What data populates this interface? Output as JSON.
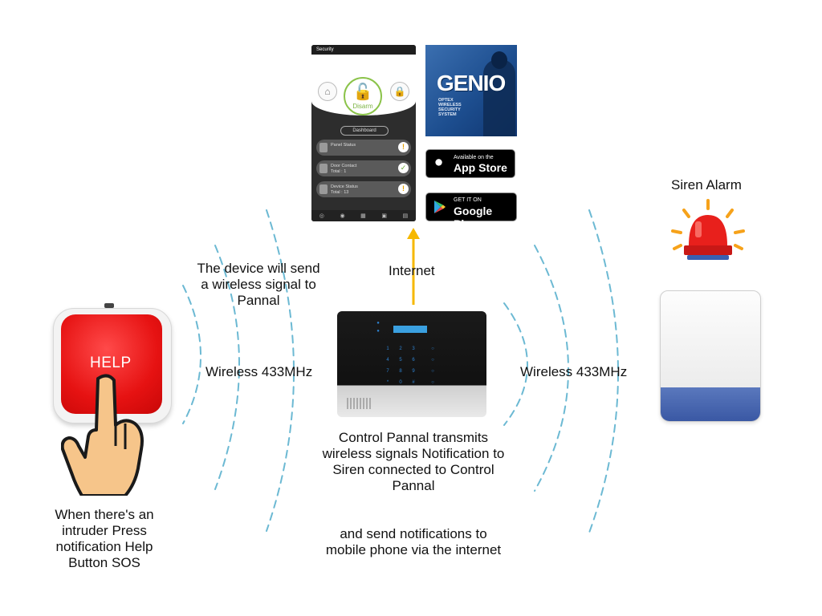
{
  "phone_app": {
    "title": "Security",
    "disarm_label": "Disarm",
    "dashboard_label": "Dashboard",
    "rows": [
      {
        "label": "Panel Status",
        "sub": ""
      },
      {
        "label": "Door Contact",
        "sub": "Total : 1"
      },
      {
        "label": "Device Status",
        "sub": "Total : 13"
      }
    ]
  },
  "genio": {
    "logo": "GENIO",
    "subtitle_lines": [
      "OPTEX",
      "WIRELESS",
      "SECURITY",
      "SYSTEM"
    ]
  },
  "app_store": {
    "small": "Available on the",
    "big": "App Store"
  },
  "google_play": {
    "small": "GET IT ON",
    "big": "Google Play"
  },
  "labels": {
    "siren_alarm": "Siren Alarm",
    "internet": "Internet",
    "device_signal": "The device will send a wireless signal to Pannal",
    "wireless_left": "Wireless 433MHz",
    "wireless_right": "Wireless 433MHz",
    "control_panel": "Control Pannal transmits wireless signals Notification to Siren connected to Control Pannal",
    "notifications": "and send notifications to mobile phone via the internet",
    "intruder": "When there's an intruder Press notification Help Button SOS"
  },
  "help_button_text": "HELP",
  "colors": {
    "arrow": "#f6b800",
    "waves": "#6cb9d3",
    "help_red": "#e61212",
    "siren_red": "#e8201c",
    "siren_blue": "#3a58a4"
  }
}
